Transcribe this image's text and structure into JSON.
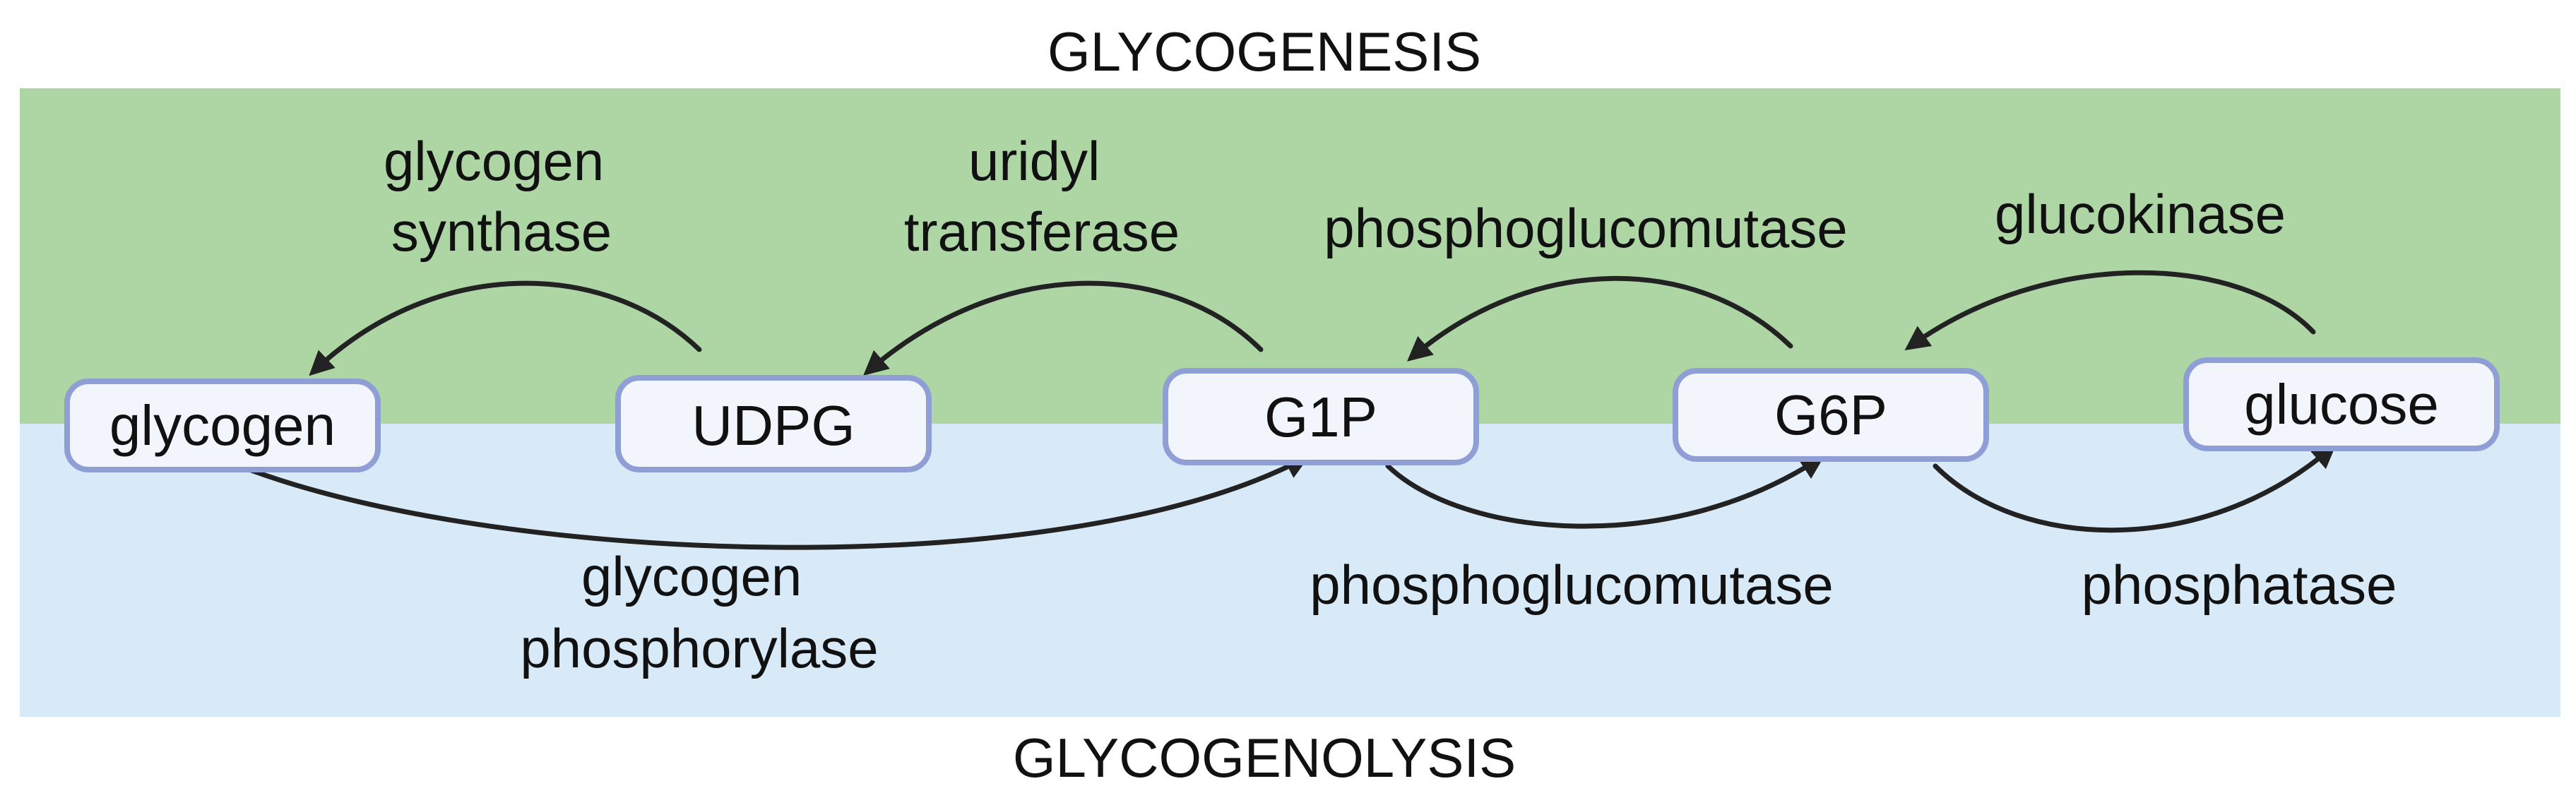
{
  "titles": {
    "top": "GLYCOGENESIS",
    "bottom": "GLYCOGENOLYSIS"
  },
  "colors": {
    "glycogenesis_band": "#aed6a5",
    "glycogenolysis_band": "#d8e9f8",
    "node_fill": "#f2f5fc",
    "node_border": "#8f9fd6",
    "arrow": "#222222"
  },
  "nodes": {
    "glycogen": "glycogen",
    "udpg": "UDPG",
    "g1p": "G1P",
    "g6p": "G6P",
    "glucose": "glucose"
  },
  "enzymes": {
    "glycogen_synthase": [
      "glycogen",
      "synthase"
    ],
    "uridyl_transferase": [
      "uridyl",
      "transferase"
    ],
    "phosphoglucomutase_top": "phosphoglucomutase",
    "glucokinase": "glucokinase",
    "glycogen_phosphorylase": [
      "glycogen",
      "phosphorylase"
    ],
    "phosphoglucomutase_bottom": "phosphoglucomutase",
    "phosphatase": "phosphatase"
  }
}
